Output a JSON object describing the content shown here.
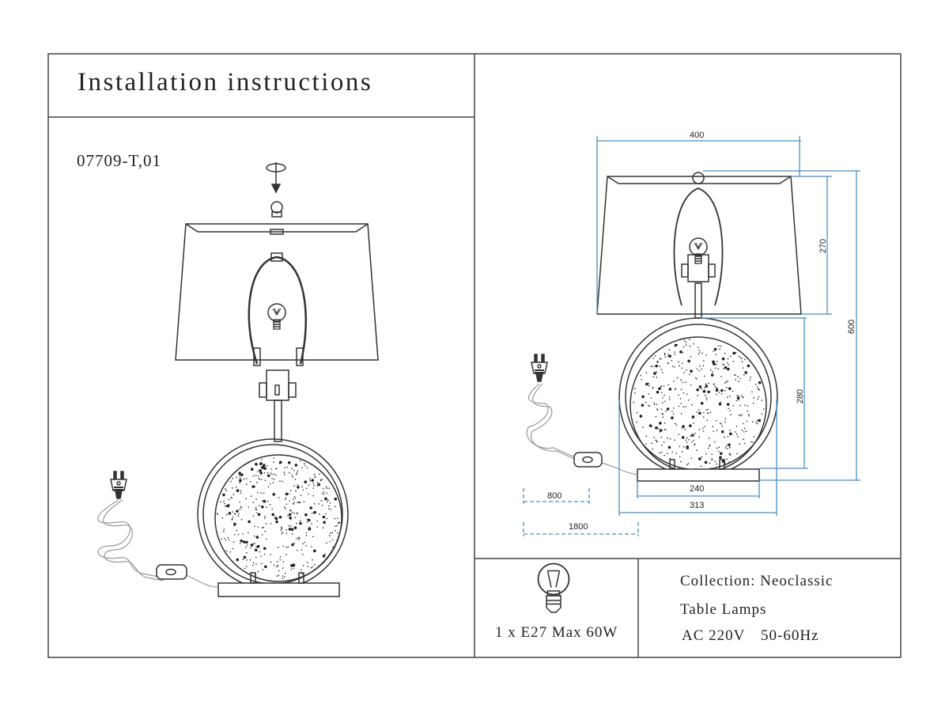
{
  "header": {
    "title": "Installation instructions"
  },
  "model": {
    "code": "07709-T,01"
  },
  "dimensions": {
    "shade_width": "400",
    "shade_height": "270",
    "total_height": "600",
    "base_body_height": "280",
    "base_plate_width": "240",
    "body_width": "313",
    "switch_cord_length": "800",
    "total_cord_length": "1800"
  },
  "specs": {
    "bulb": "1 x E27 Max 60W",
    "collection": "Collection: Neoclassic",
    "type": "Table Lamps",
    "voltage": "AC 220V",
    "frequency": "50-60Hz"
  },
  "colors": {
    "line": "#333333",
    "dimension": "#4a8fc4",
    "cord": "#9a9a9a"
  }
}
